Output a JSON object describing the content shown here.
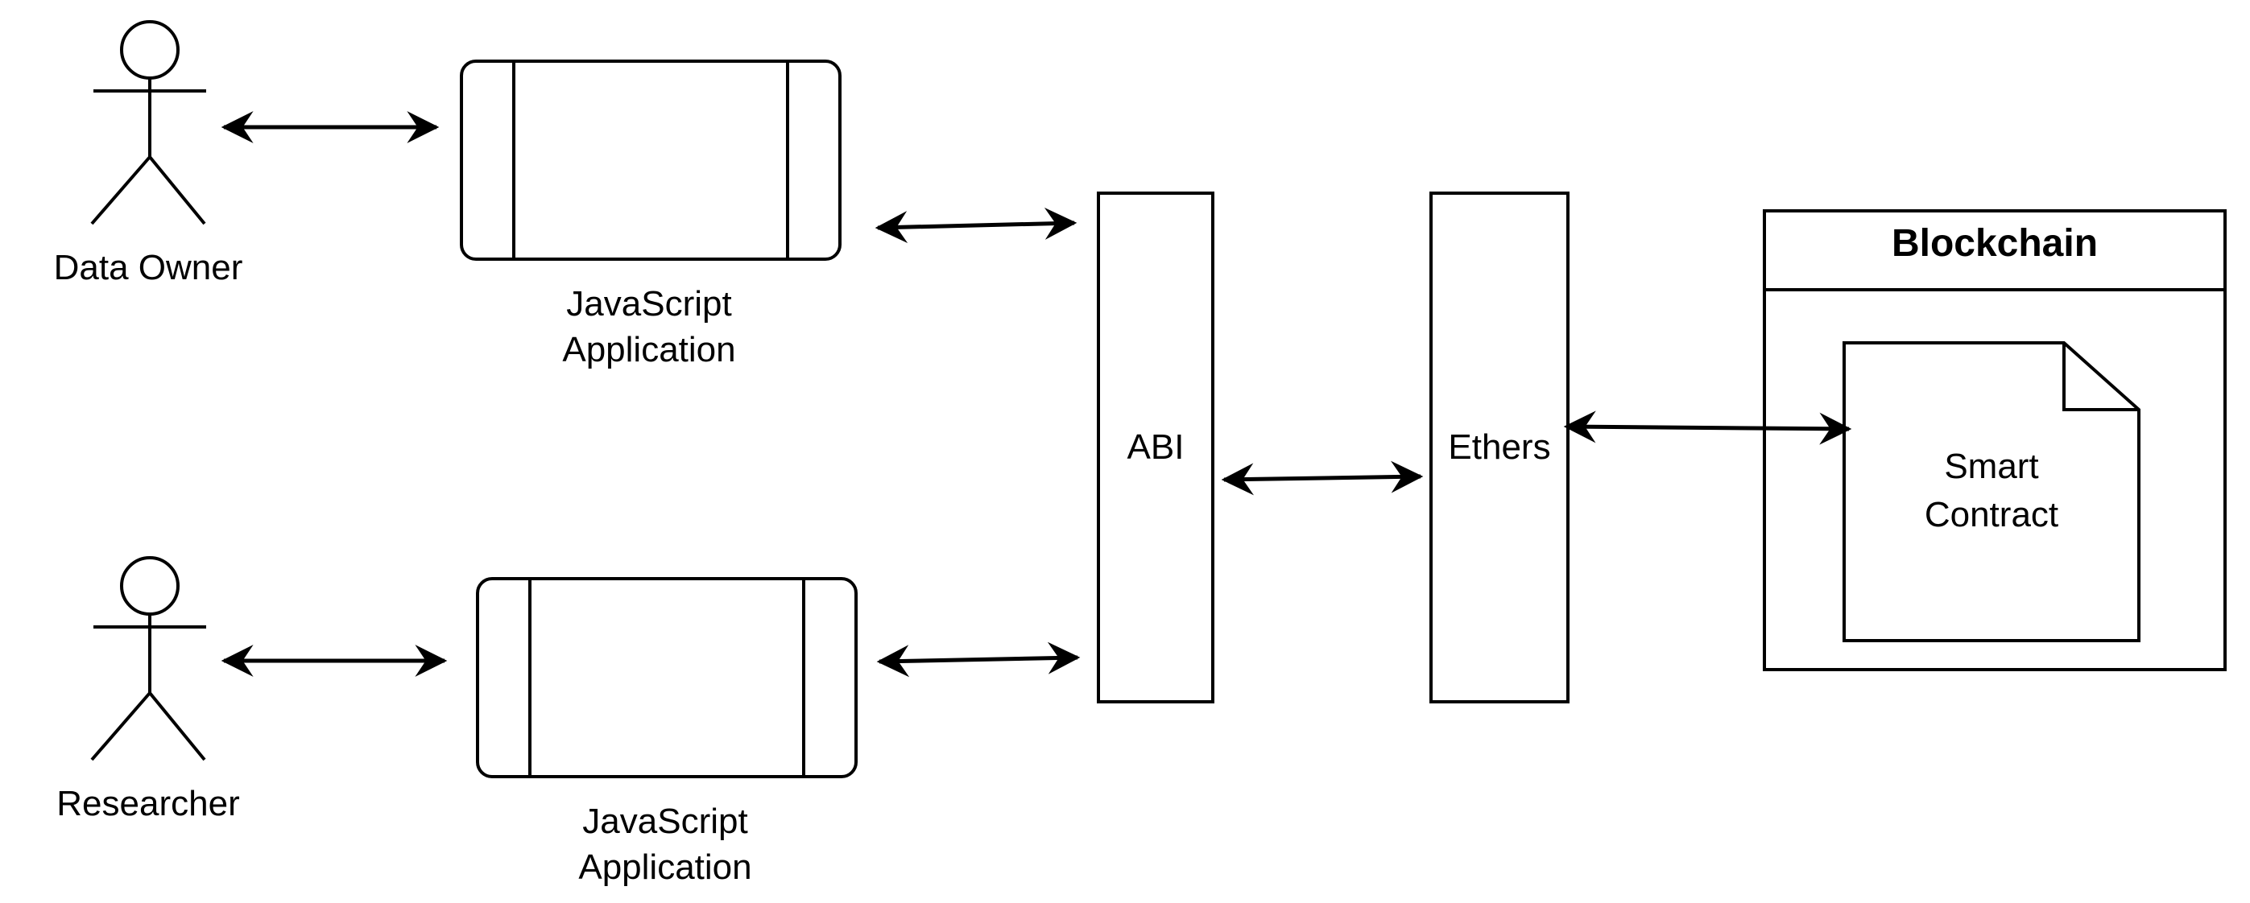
{
  "actors": [
    {
      "id": "data-owner",
      "label": "Data Owner"
    },
    {
      "id": "researcher",
      "label": "Researcher"
    }
  ],
  "apps": [
    {
      "id": "app-top",
      "label_line1": "JavaScript",
      "label_line2": "Application"
    },
    {
      "id": "app-bottom",
      "label_line1": "JavaScript",
      "label_line2": "Application"
    }
  ],
  "abi": {
    "label": "ABI"
  },
  "ethers": {
    "label": "Ethers"
  },
  "blockchain": {
    "title": "Blockchain",
    "smart_contract": {
      "label_line1": "Smart",
      "label_line2": "Contract"
    }
  },
  "colors": {
    "stroke": "#000000",
    "background": "#ffffff"
  }
}
